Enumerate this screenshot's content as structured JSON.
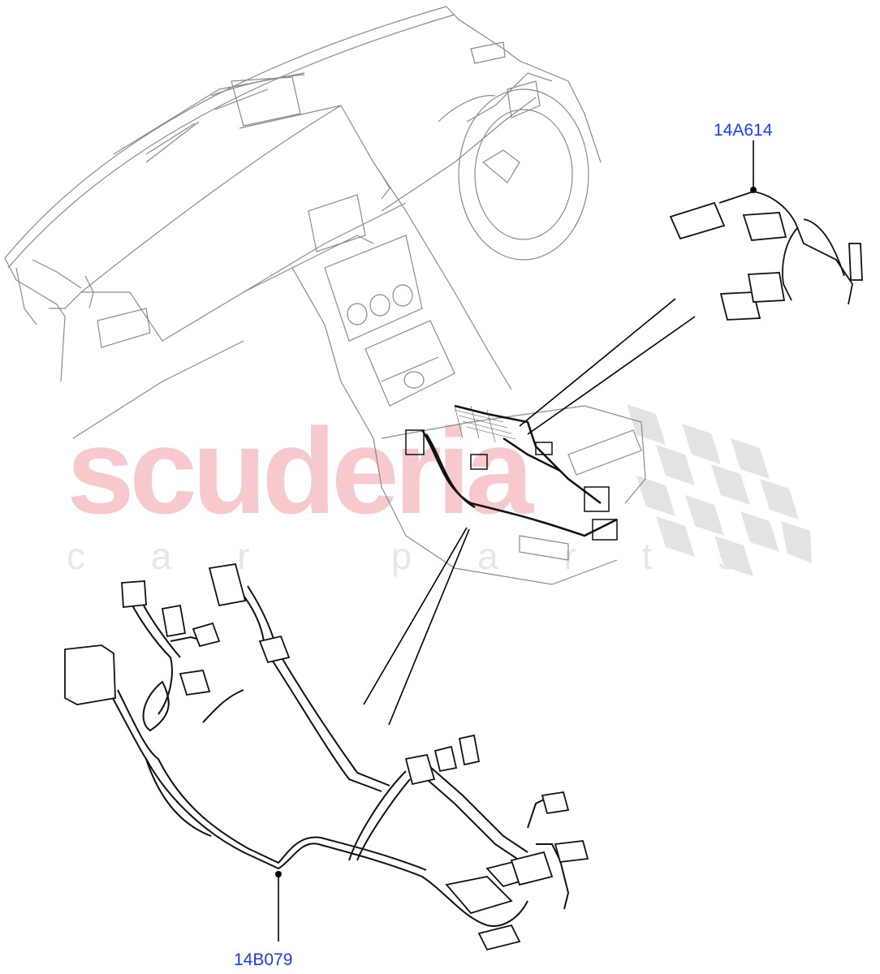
{
  "diagram": {
    "type": "exploded parts illustration",
    "subject": "dashboard with centre console wiring harnesses"
  },
  "watermark": {
    "main": "scuderia",
    "sub": "c a r   p a r t s",
    "main_color": "#f7c9cc",
    "sub_color": "#e6e6ea",
    "checker_color": "#e3e3e6"
  },
  "callouts": [
    {
      "id": "callout-upper",
      "part_number": "14A614",
      "color": "#1a3cff"
    },
    {
      "id": "callout-lower",
      "part_number": "14B079",
      "color": "#1a3cff"
    }
  ],
  "colors": {
    "line_art": "#8a8a8a",
    "harness": "#111111",
    "leader": "#000000"
  }
}
